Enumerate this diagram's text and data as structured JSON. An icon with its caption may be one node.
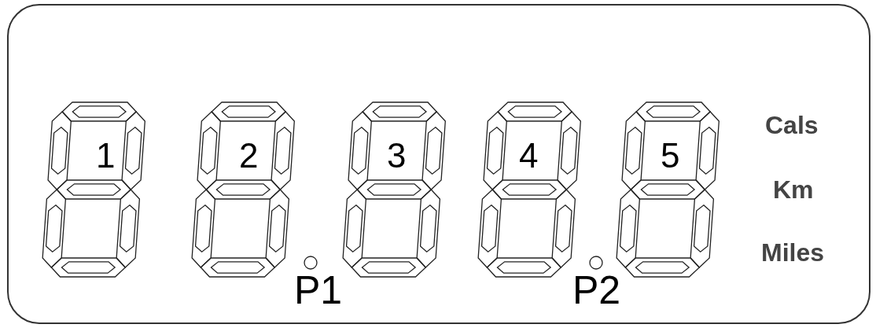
{
  "diagram": {
    "labels": [
      "1",
      "2",
      "3",
      "4",
      "5",
      "Cals",
      "Km",
      "Miles",
      "P1",
      "P2"
    ]
  }
}
